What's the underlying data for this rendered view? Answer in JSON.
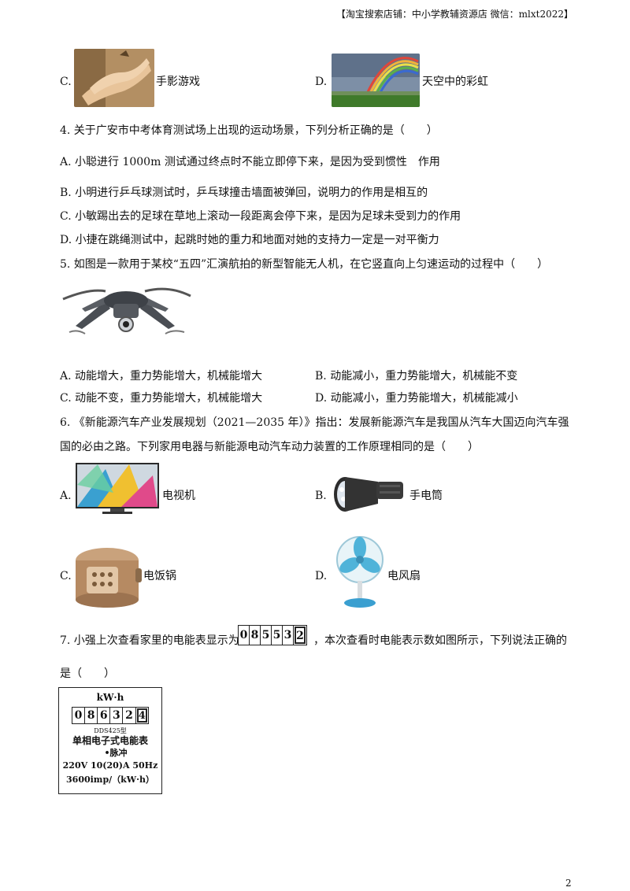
{
  "header": "【淘宝搜索店铺：中小学教辅资源店  微信：mlxt2022】",
  "q3": {
    "c_letter": "C.",
    "c_label": "手影游戏",
    "d_letter": "D.",
    "d_label": "天空中的彩虹"
  },
  "q4": {
    "stem": "4. 关于广安市中考体育测试场上出现的运动场景，下列分析正确的是（　　）",
    "a": "A. 小聪进行 1000m 测试通过终点时不能立即停下来，是因为受到惯性　作用",
    "b": "B. 小明进行乒乓球测试时，乒乓球撞击墙面被弹回，说明力的作用是相互的",
    "c": "C. 小敏踢出去的足球在草地上滚动一段距离会停下来，是因为足球未受到力的作用",
    "d": "D. 小捷在跳绳测试中，起跳时她的重力和地面对她的支持力一定是一对平衡力"
  },
  "q5": {
    "stem": "5. 如图是一款用于某校“五四”汇演航拍的新型智能无人机，在它竖直向上匀速运动的过程中（　　）",
    "a": "A. 动能增大，重力势能增大，机械能增大",
    "b": "B. 动能减小，重力势能增大，机械能不变",
    "c": "C. 动能不变，重力势能增大，机械能增大",
    "d": "D. 动能减小，重力势能增大，机械能减小"
  },
  "q6": {
    "stem1": "6. 《新能源汽车产业发展规划（2021—2035 年）》指出：发展新能源汽车是我国从汽车大国迈向汽车强",
    "stem2": "国的必由之路。下列家用电器与新能源电动汽车动力装置的工作原理相同的是（　　）",
    "a_letter": "A.",
    "a_label": "电视机",
    "b_letter": "B.",
    "b_label": "手电筒",
    "c_letter": "C.",
    "c_label": "电饭锅",
    "d_letter": "D.",
    "d_label": "电风扇"
  },
  "q7": {
    "stem_before": "7. 小强上次查看家里的电能表显示为",
    "stem_after": "，本次查看时电能表示数如图所示，下列说法正确的",
    "stem2": "是（　　）",
    "prev_digits": [
      "0",
      "8",
      "5",
      "5",
      "3",
      "2"
    ],
    "meter": {
      "unit": "kW·h",
      "digits": [
        "0",
        "8",
        "6",
        "3",
        "2",
        "4"
      ],
      "model": "DDS425型",
      "name": "单相电子式电能表",
      "pulse": "•脉冲",
      "rating": "220V 10(20)A 50Hz",
      "constant": "3600imp/（kW·h）"
    }
  },
  "page_number": "2"
}
